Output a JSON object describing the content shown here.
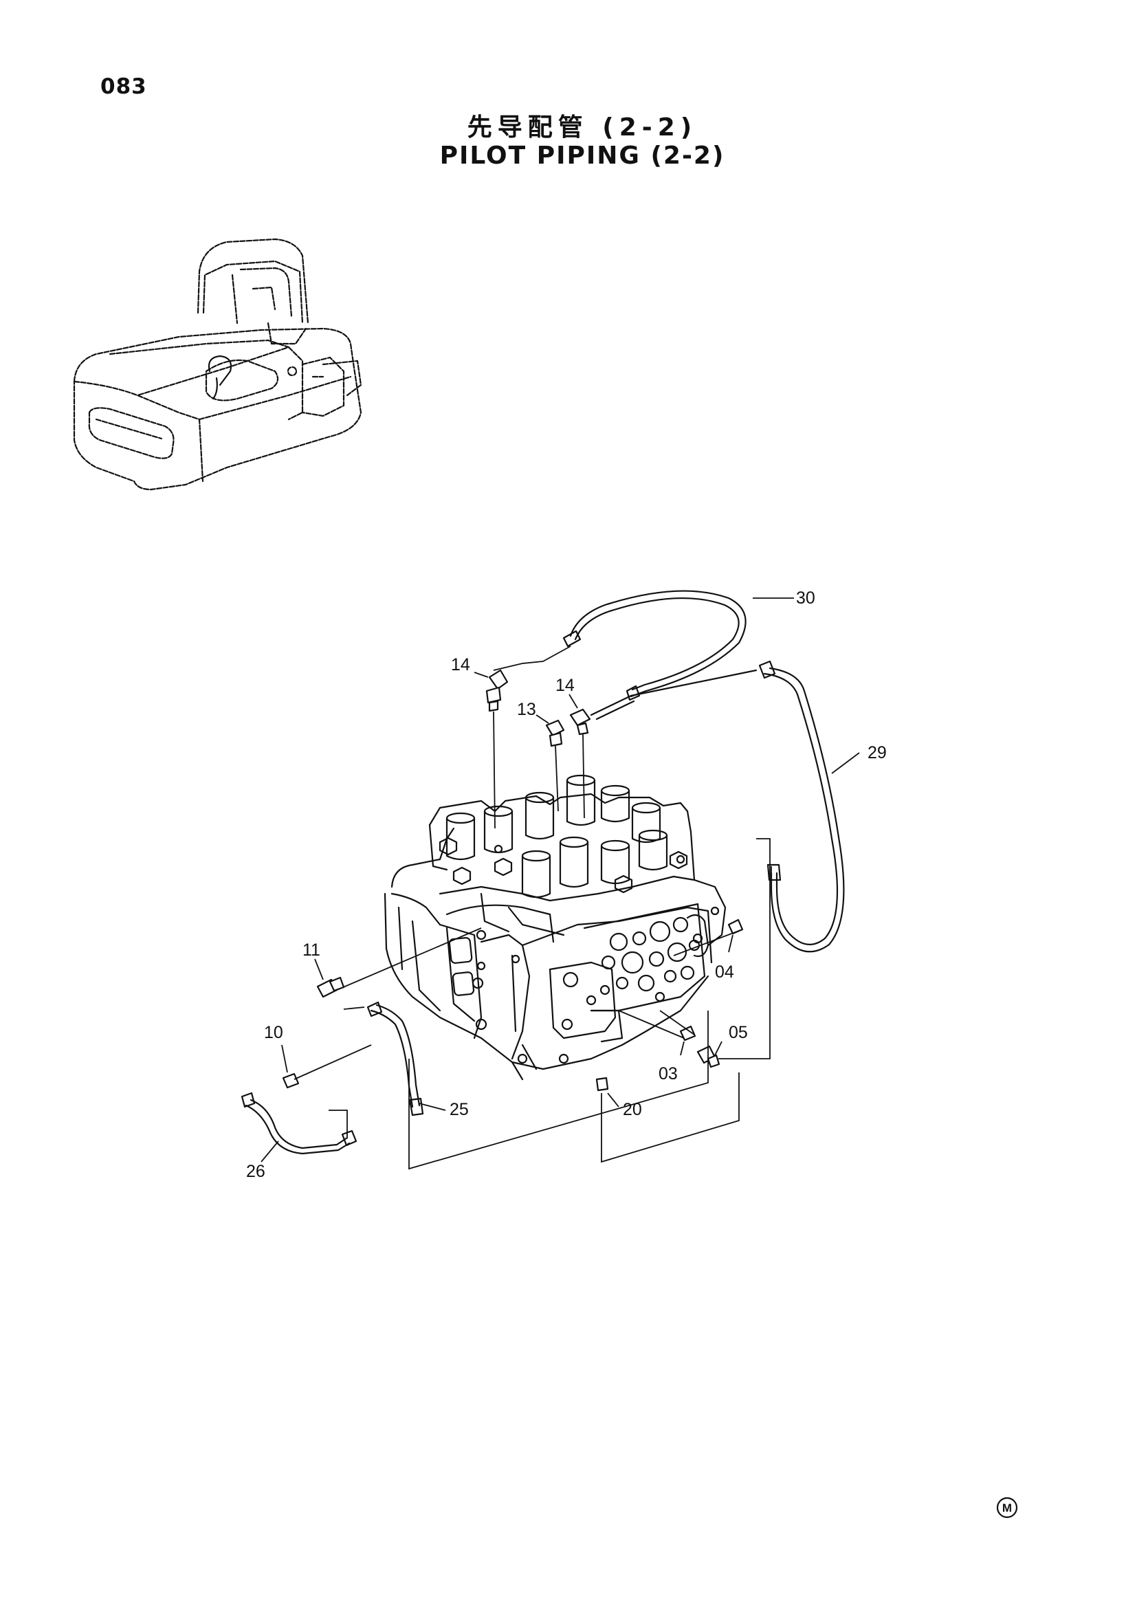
{
  "page": {
    "number": "083",
    "title_cn": "先导配管 (2-2)",
    "title_en": "PILOT PIPING (2-2)",
    "corner_mark": "M"
  },
  "callouts": {
    "c30": "30",
    "c29": "29",
    "c14a": "14",
    "c14b": "14",
    "c13": "13",
    "c11": "11",
    "c10": "10",
    "c04": "04",
    "c05": "05",
    "c03": "03",
    "c20": "20",
    "c25": "25",
    "c26": "26"
  }
}
